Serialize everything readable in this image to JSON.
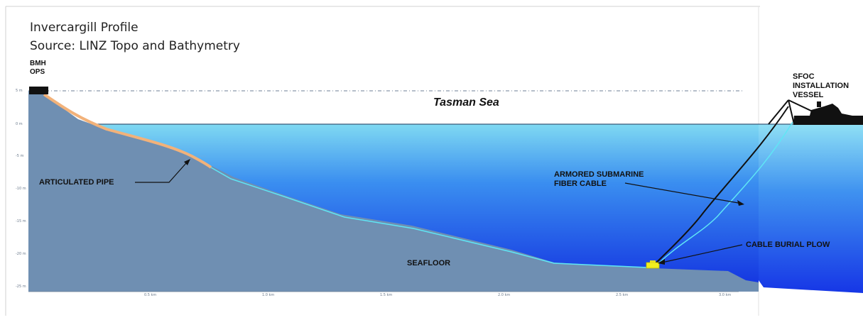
{
  "title_line1": "Invercargill Profile",
  "title_line2": "Source: LINZ Topo and Bathymetry",
  "labels": {
    "bmh_line1": "BMH",
    "bmh_line2": "OPS",
    "sea": "Tasman Sea",
    "vessel_line1": "SFOC",
    "vessel_line2": "INSTALLATION",
    "vessel_line3": "VESSEL",
    "pipe": "ARTICULATED PIPE",
    "cable_line1": "ARMORED SUBMARINE",
    "cable_line2": "FIBER CABLE",
    "plow": "CABLE BURIAL PLOW",
    "seafloor": "SEAFLOOR"
  },
  "axis": {
    "y_ticks": [
      "5 m",
      "0 m",
      "-5 m",
      "-10 m",
      "-15 m",
      "-20 m",
      "-25 m"
    ],
    "x_ticks": [
      "0.5 km",
      "1.0 km",
      "1.5 km",
      "2.0 km",
      "2.5 km",
      "3.0 km"
    ]
  },
  "colors": {
    "sea_top": "#7fd9f2",
    "sea_bottom": "#1230e0",
    "seafloor": "#6f8fb2",
    "pipe": "#f2b27a",
    "cable": "#5fe6f5",
    "plow": "#f2ef1e",
    "vessel": "#111111"
  },
  "icons": [
    "bmh-building-icon",
    "vessel-icon",
    "plow-icon"
  ]
}
